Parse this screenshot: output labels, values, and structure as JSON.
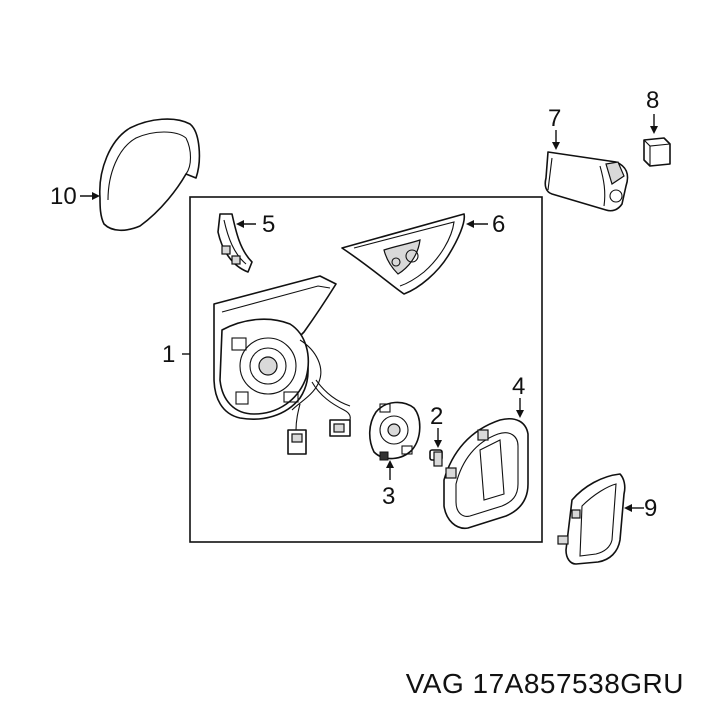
{
  "callouts": {
    "c1": "1",
    "c2": "2",
    "c3": "3",
    "c4": "4",
    "c5": "5",
    "c6": "6",
    "c7": "7",
    "c8": "8",
    "c9": "9",
    "c10": "10"
  },
  "caption": "VAG 17A857538GRU"
}
